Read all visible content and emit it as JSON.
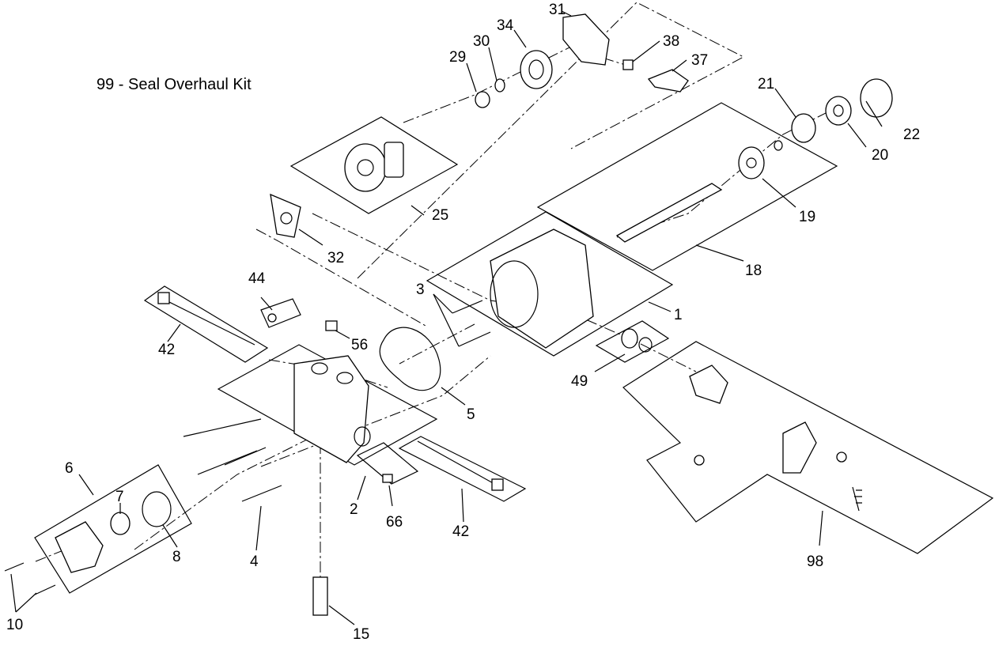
{
  "kit_note": "99 - Seal Overhaul Kit",
  "callouts": [
    "1",
    "2",
    "3",
    "4",
    "5",
    "6",
    "7",
    "8",
    "10",
    "15",
    "18",
    "19",
    "20",
    "21",
    "22",
    "25",
    "29",
    "30",
    "31",
    "32",
    "34",
    "37",
    "38",
    "42",
    "42",
    "44",
    "49",
    "56",
    "66",
    "98"
  ]
}
